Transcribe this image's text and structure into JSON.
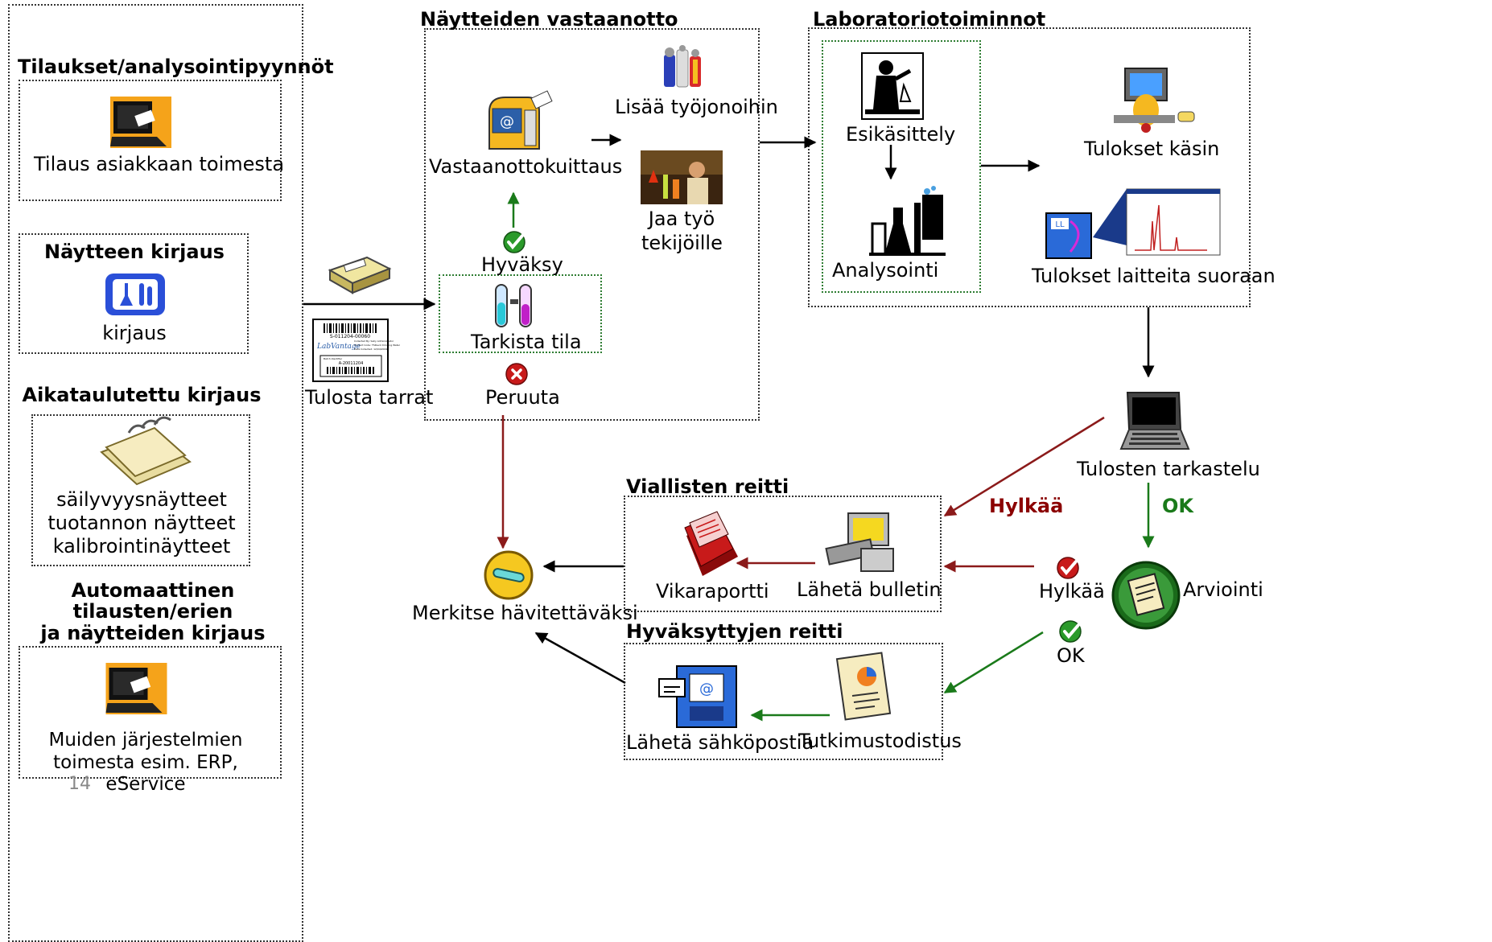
{
  "page_number": "14",
  "left_panel": {
    "orders_title": "Tilaukset/analysointipyynnöt",
    "orders_item": "Tilaus asiakkaan toimesta",
    "login_title": "Näytteen kirjaus",
    "login_item": "kirjaus",
    "scheduled_title": "Aikataulutettu kirjaus",
    "scheduled_items": [
      "säilyvyysnäytteet",
      "tuotannon näytteet",
      "kalibrointinäytteet"
    ],
    "auto_title": [
      "Automaattinen",
      "tilausten/erien",
      "ja näytteiden kirjaus"
    ],
    "auto_item": "Muiden järjestelmien toimesta esim. ERP, eService"
  },
  "print_labels": {
    "label": "Tulosta tarrat",
    "sticker": {
      "sample_id": "S-011204-00060",
      "brand": "LabVantage",
      "collected_by": "Collected By: Sally Administrator",
      "product_code": "Product Code: TSDev1 Drinking Water",
      "date_collected": "Date Collected: 12/04/2001",
      "batch_identifier": "Batch Identifier",
      "batch_id": "A-20011204"
    }
  },
  "reception": {
    "title": "Näytteiden vastaanotto",
    "ack": "Vastaanottokuittaus",
    "queues": "Lisää työjonoihin",
    "assign": "Jaa työ tekijöille",
    "accept": "Hyväksy",
    "check": "Tarkista tila",
    "cancel": "Peruuta"
  },
  "lab": {
    "title": "Laboratoriotoiminnot",
    "prep": "Esikäsittely",
    "analysis": "Analysointi",
    "manual": "Tulokset käsin",
    "instrument": "Tulokset laitteita suoraan"
  },
  "review": {
    "label": "Tulosten tarkastelu",
    "reject_label": "Hylkää",
    "ok_label": "OK",
    "evaluation": "Arviointi",
    "reject": "Hylkää",
    "ok": "OK"
  },
  "faulty_route": {
    "title": "Viallisten reitti",
    "report": "Vikaraportti",
    "bulletin": "Lähetä bulletin"
  },
  "approved_route": {
    "title": "Hyväksyttyjen reitti",
    "email": "Lähetä sähköpostia",
    "certificate": "Tutkimustodistus"
  },
  "dispose": {
    "label": "Merkitse hävitettäväksi"
  },
  "colors": {
    "reject_arrow": "#8b1a1a",
    "approve_arrow": "#1a7a1a",
    "orange": "#f5a31a",
    "dark": "#000000"
  }
}
